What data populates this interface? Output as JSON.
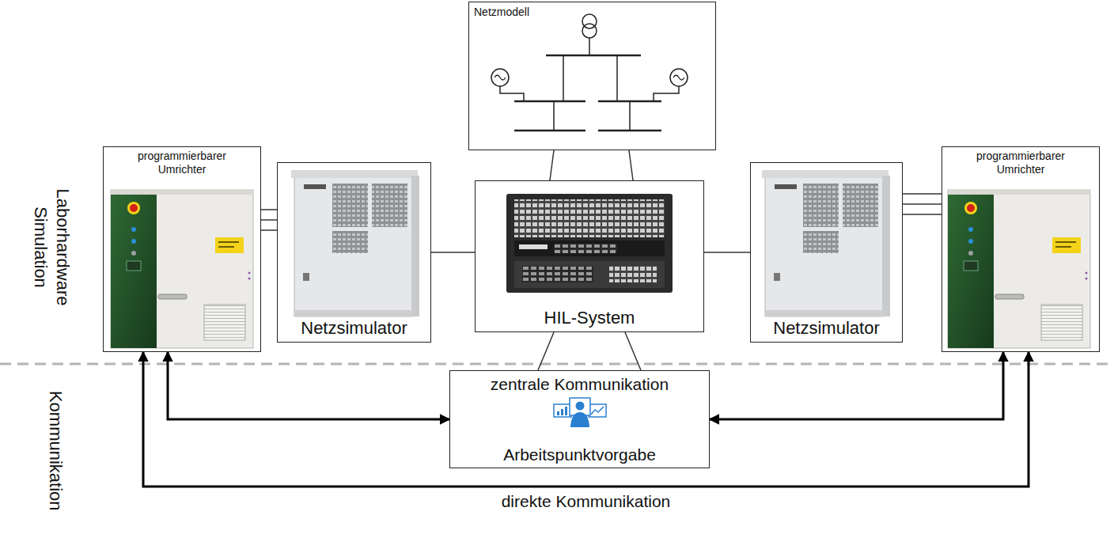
{
  "diagram": {
    "nodes": [
      {
        "text": [
          "Netzmodell"
        ]
      },
      {
        "text": [
          "programmierbarer Umrichter"
        ]
      },
      {
        "text": [
          "Netzsimulator"
        ]
      },
      {
        "text": [
          "HIL-System"
        ]
      },
      {
        "text": [
          "Netzsimulator"
        ]
      },
      {
        "text": [
          "programmierbarer Umrichter"
        ]
      },
      {
        "text": [
          "zentrale Kommunikation",
          "Arbeitspunktvorgabe"
        ]
      }
    ],
    "edges": [
      {
        "from": 1,
        "to": 2,
        "arrow": "none"
      },
      {
        "from": 2,
        "to": 3,
        "arrow": "none"
      },
      {
        "from": 0,
        "to": 3,
        "arrow": "none"
      },
      {
        "from": 3,
        "to": 4,
        "arrow": "none"
      },
      {
        "from": 4,
        "to": 5,
        "arrow": "none"
      },
      {
        "from": 3,
        "to": 6,
        "arrow": "none"
      },
      {
        "from": 1,
        "to": 6,
        "arrow": "both"
      },
      {
        "from": 6,
        "to": 5,
        "arrow": "both"
      },
      {
        "from": 1,
        "to": 5,
        "arrow": "both",
        "label": "direkte Kommunikation"
      }
    ],
    "labels": [
      "Laborhardware Simulation",
      "Kommunikation"
    ]
  }
}
